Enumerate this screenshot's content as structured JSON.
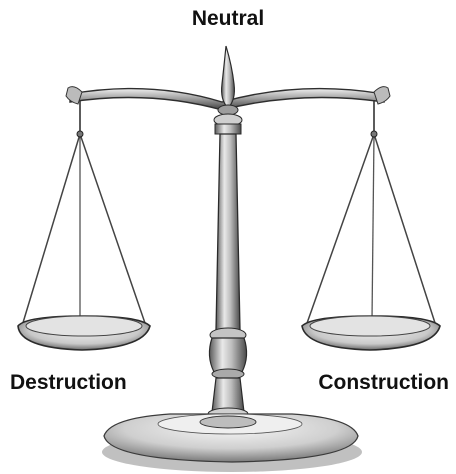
{
  "labels": {
    "top": "Neutral",
    "left": "Destruction",
    "right": "Construction"
  },
  "colors": {
    "metal_dark": "#3a3a3a",
    "metal_mid": "#8a8a8a",
    "metal_light": "#e6e6e6",
    "text": "#111111",
    "background": "#ffffff"
  },
  "icons": {
    "main": "balance-scale-icon"
  }
}
